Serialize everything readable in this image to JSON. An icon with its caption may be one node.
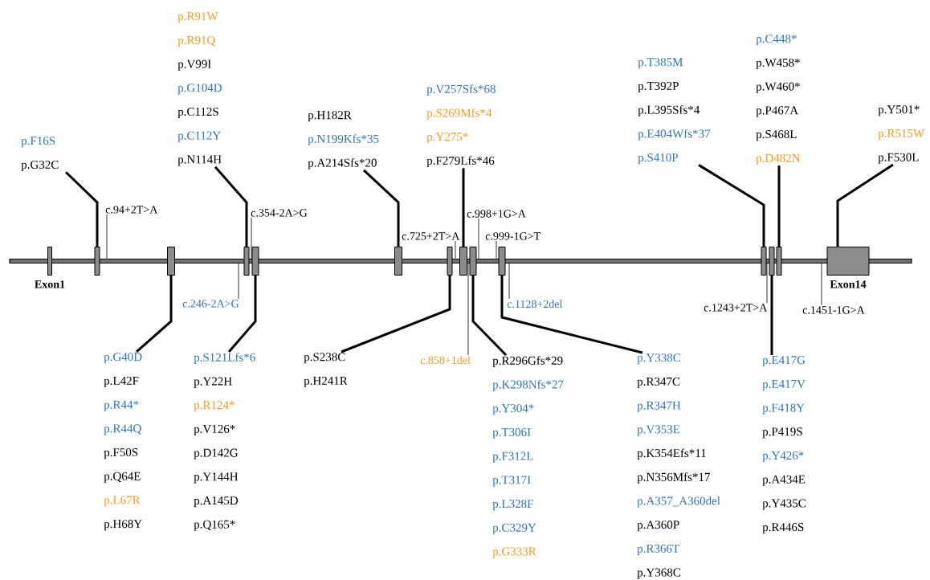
{
  "diagram": {
    "nodes": [
      {
        "text": [
          "p.F16S",
          "p.G32C"
        ]
      },
      {
        "text": [
          "p.R91W",
          "p.R91Q",
          "p.V99I",
          "p.G104D",
          "p.C112S",
          "p.C112Y",
          "p.N114H"
        ]
      },
      {
        "text": [
          "p.H182R",
          "p.N199Kfs*35",
          "p.A214Sfs*20"
        ]
      },
      {
        "text": [
          "p.V257Sfs*68",
          "p.S269Mfs*4",
          "p.Y275*",
          "p.F279Lfs*46"
        ]
      },
      {
        "text": [
          "p.T385M",
          "p.T392P",
          "p.L395Sfs*4",
          "p.E404Wfs*37",
          "p.S410P"
        ]
      },
      {
        "text": [
          "p.C448*",
          "p.W458*",
          "p.W460*",
          "p.P467A",
          "p.S468L",
          "p.D482N"
        ]
      },
      {
        "text": [
          "p.Y501*",
          "p.R515W",
          "p.F530L"
        ]
      },
      {
        "text": [
          "c.94+2T>A"
        ]
      },
      {
        "text": [
          "c.354-2A>G"
        ]
      },
      {
        "text": [
          "c.725+2T>A"
        ]
      },
      {
        "text": [
          "c.998+1G>A"
        ]
      },
      {
        "text": [
          "c.999-1G>T"
        ]
      },
      {
        "text": [],
        "shape": "bar"
      },
      {
        "text": [],
        "shape": "box",
        "beside": [
          "Exon1"
        ]
      },
      {
        "text": [],
        "shape": "box"
      },
      {
        "text": [],
        "shape": "box"
      },
      {
        "text": [],
        "shape": "box"
      },
      {
        "text": [],
        "shape": "box"
      },
      {
        "text": [],
        "shape": "box"
      },
      {
        "text": [],
        "shape": "box"
      },
      {
        "text": [],
        "shape": "box"
      },
      {
        "text": [],
        "shape": "box"
      },
      {
        "text": [],
        "shape": "box"
      },
      {
        "text": [],
        "shape": "box"
      },
      {
        "text": [],
        "shape": "box"
      },
      {
        "text": [],
        "shape": "box"
      },
      {
        "text": [],
        "shape": "box",
        "beside": [
          "Exon14"
        ]
      },
      {
        "text": [
          "c.246-2A>G"
        ]
      },
      {
        "text": [
          "c.858+1del"
        ]
      },
      {
        "text": [
          "c.1128+2del"
        ]
      },
      {
        "text": [
          "c.1243+2T>A"
        ]
      },
      {
        "text": [
          "c.1451-1G>A"
        ]
      },
      {
        "text": [
          "p.G40D",
          "p.L42F",
          "p.R44*",
          "p.R44Q",
          "p.F50S",
          "p.Q64E",
          "p.L67R",
          "p.H68Y"
        ]
      },
      {
        "text": [
          "p.S121Lfs*6",
          "p.Y22H",
          "p.R124*",
          "p.V126*",
          "p.D142G",
          "p.Y144H",
          "p.A145D",
          "p.Q165*"
        ]
      },
      {
        "text": [
          "p.S238C",
          "p.H241R"
        ]
      },
      {
        "text": [
          "p.R296Gfs*29",
          "p.K298Nfs*27",
          "p.Y304*",
          "p.T306I",
          "p.F312L",
          "p.T317I",
          "p.L328F",
          "p.C329Y",
          "p.G333R"
        ]
      },
      {
        "text": [
          "p.Y338C",
          "p.R347C",
          "p.R347H",
          "p.V353E",
          "p.K354Efs*11",
          "p.N356Mfs*17",
          "p.A357_A360del",
          "p.A360P",
          "p.R366T",
          "p.Y368C"
        ]
      },
      {
        "text": [
          "p.E417G",
          "p.E417V",
          "p.F418Y",
          "p.P419S",
          "p.Y426*",
          "p.A434E",
          "p.Y435C",
          "p.R446S"
        ]
      }
    ],
    "edges": [
      {
        "from": 0,
        "to": 14,
        "arrow": "none"
      },
      {
        "from": 1,
        "to": 16,
        "arrow": "none"
      },
      {
        "from": 2,
        "to": 18,
        "arrow": "none"
      },
      {
        "from": 3,
        "to": 20,
        "arrow": "none"
      },
      {
        "from": 4,
        "to": 23,
        "arrow": "none"
      },
      {
        "from": 5,
        "to": 25,
        "arrow": "none"
      },
      {
        "from": 6,
        "to": 26,
        "arrow": "none"
      },
      {
        "from": 7,
        "to": 12,
        "arrow": "none"
      },
      {
        "from": 8,
        "to": 12,
        "arrow": "none"
      },
      {
        "from": 9,
        "to": 12,
        "arrow": "none"
      },
      {
        "from": 10,
        "to": 12,
        "arrow": "none"
      },
      {
        "from": 11,
        "to": 12,
        "arrow": "none"
      },
      {
        "from": 27,
        "to": 12,
        "arrow": "none"
      },
      {
        "from": 28,
        "to": 12,
        "arrow": "none"
      },
      {
        "from": 29,
        "to": 12,
        "arrow": "none"
      },
      {
        "from": 30,
        "to": 12,
        "arrow": "none"
      },
      {
        "from": 31,
        "to": 12,
        "arrow": "none"
      },
      {
        "from": 32,
        "to": 15,
        "arrow": "none"
      },
      {
        "from": 33,
        "to": 17,
        "arrow": "none"
      },
      {
        "from": 34,
        "to": 19,
        "arrow": "none"
      },
      {
        "from": 35,
        "to": 21,
        "arrow": "none"
      },
      {
        "from": 36,
        "to": 22,
        "arrow": "none"
      },
      {
        "from": 37,
        "to": 24,
        "arrow": "none"
      }
    ]
  }
}
